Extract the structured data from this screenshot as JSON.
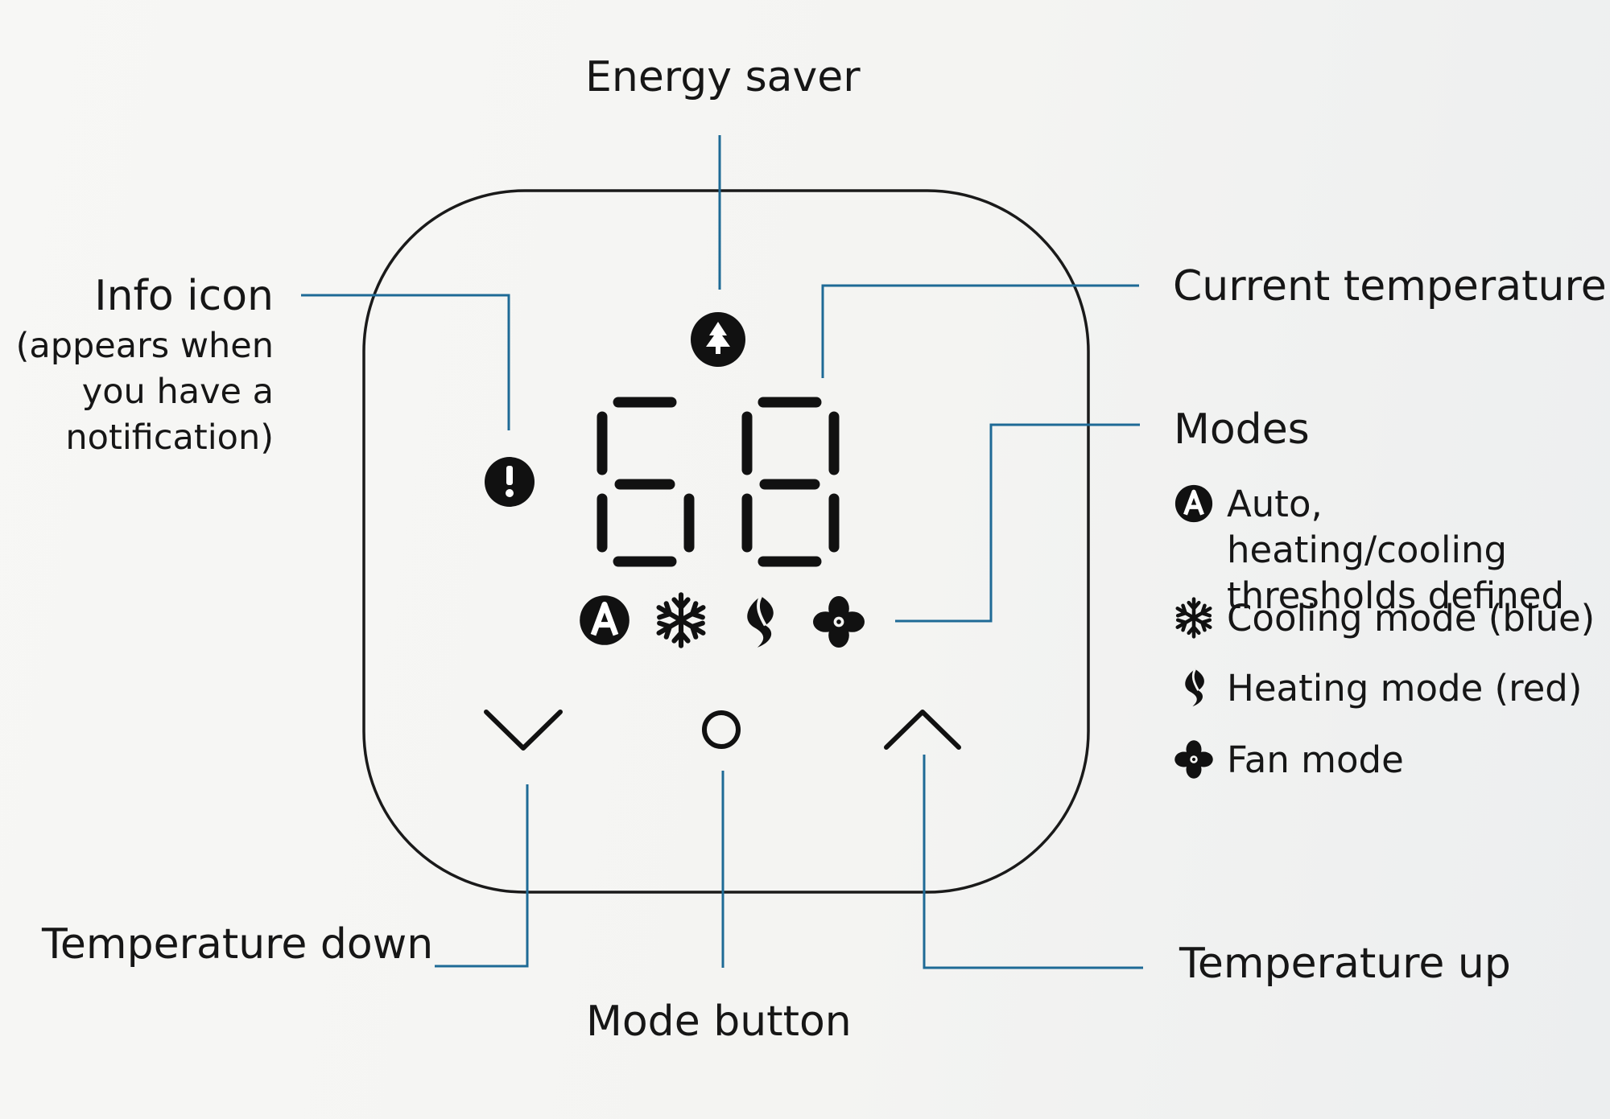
{
  "display": {
    "temperature": "68"
  },
  "labels": {
    "energy_saver": "Energy saver",
    "info_icon": "Info icon",
    "info_icon_note": "(appears when\nyou have a\nnotification)",
    "current_temperature": "Current temperature",
    "modes": "Modes",
    "temperature_down": "Temperature down",
    "mode_button": "Mode button",
    "temperature_up": "Temperature up"
  },
  "legend": [
    {
      "icon": "auto-mode-icon",
      "text": "Auto, heating/cooling\nthresholds defined"
    },
    {
      "icon": "snowflake-icon",
      "text": "Cooling mode (blue)"
    },
    {
      "icon": "flame-icon",
      "text": "Heating mode (red)"
    },
    {
      "icon": "fan-icon",
      "text": "Fan mode"
    }
  ],
  "colors": {
    "leader_line": "#1e6a96",
    "device_outline": "#1a1a1a",
    "icon_fill": "#111111",
    "background": "#f4f4f2"
  }
}
